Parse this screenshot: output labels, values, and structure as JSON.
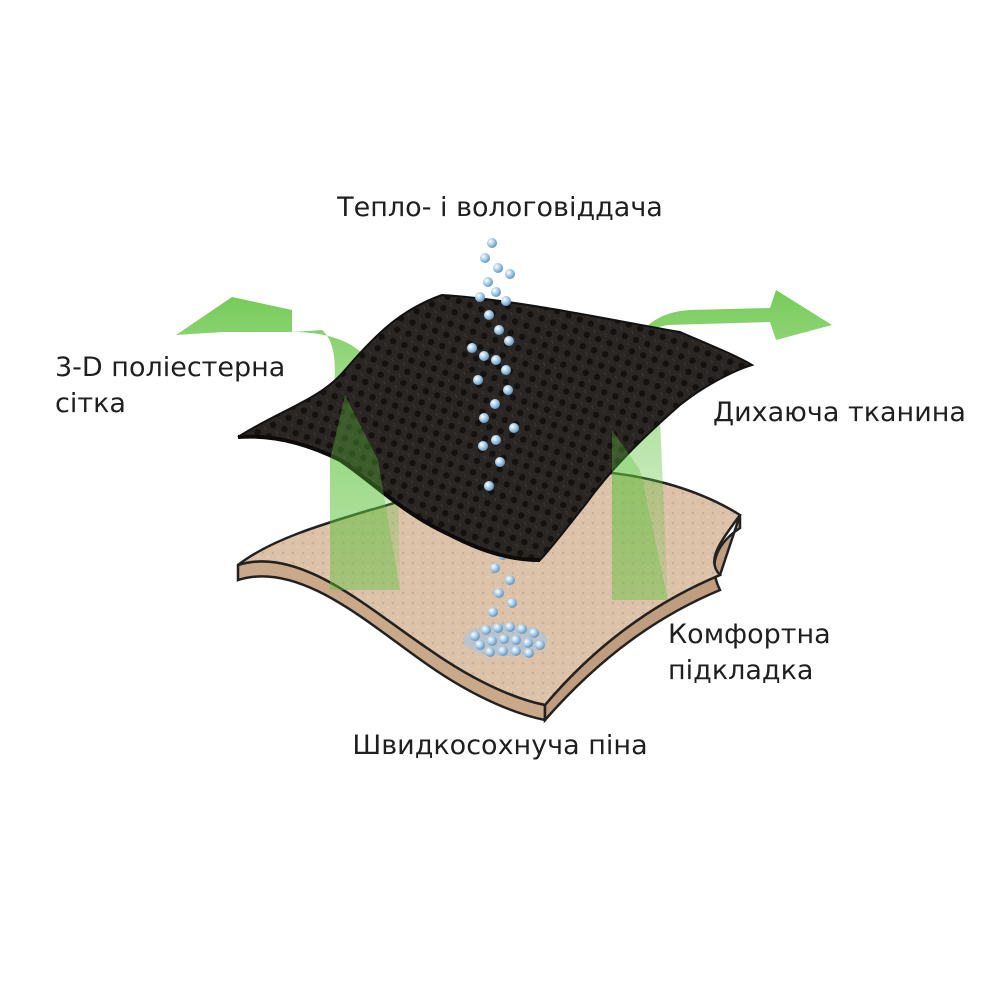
{
  "labels": {
    "top": "Тепло- і вологовіддача",
    "mesh_line1": "3-D поліестерна",
    "mesh_line2": "сітка",
    "fabric": "Дихаюча тканина",
    "lining_line1": "Комфортна",
    "lining_line2": "підкладка",
    "foam": "Швидкосохнуча піна"
  },
  "colors": {
    "mesh": "#272321",
    "foam": "#d8bda4",
    "foam_side": "#c9a98a",
    "arrow": "#5fc23c",
    "droplet": "#a8cdea"
  },
  "icons": [
    "green-arrow-icon",
    "water-droplet-icon"
  ]
}
